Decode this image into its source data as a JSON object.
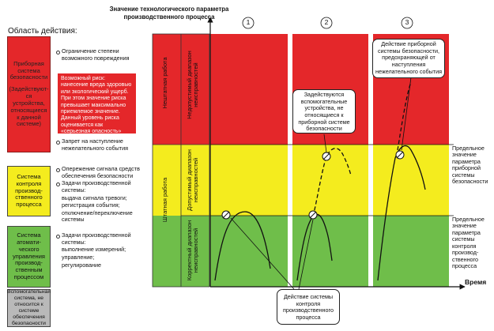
{
  "header": {
    "y_axis_title_line1": "Значение технологического параметра",
    "y_axis_title_line2": "производственного процесса",
    "scope_title": "Область действия:",
    "time_label": "Время"
  },
  "columns": [
    "1",
    "2",
    "3"
  ],
  "layers": [
    {
      "lines": [
        "Приборная",
        "система",
        "безопасности",
        "",
        "(Задействуют-",
        "ся устройства,",
        "относящиеся",
        "к данной",
        "системе)"
      ]
    },
    {
      "lines": [
        "Система",
        "контроля",
        "производ-",
        "ственного",
        "процесса"
      ]
    },
    {
      "lines": [
        "Система",
        "атомати-",
        "ческого",
        "управления",
        "производ-",
        "ственным",
        "процессом"
      ]
    },
    {
      "lines": [
        "Вспомогательная",
        "система, не",
        "относится к",
        "системе",
        "обеспечения",
        "безопасности"
      ]
    }
  ],
  "bullets_safety_top": [
    "Ограничение степени возможного повреждения"
  ],
  "warning_box": "Возможный риск: нанесение вреда здоровью или экологический ущерб. При этом значение риска превышает максимально приемлемое значение. Данный уровень риска оценивается как «серьезная опасность»",
  "bullets_safety_bottom": [
    "Запрет на наступление нежелательного события"
  ],
  "bullets_control": [
    {
      "text": "Опережение сигнала средств обеспечения безопасности",
      "bullet": true
    },
    {
      "text": "Задачи производственной системы:",
      "bullet": true
    },
    {
      "text": "выдача сигнала тревоги;",
      "bullet": false
    },
    {
      "text": "регистрация события;",
      "bullet": false
    },
    {
      "text": "отключение/переключение системы",
      "bullet": false
    }
  ],
  "bullets_auto": [
    {
      "text": "Задачи производственной системы:",
      "bullet": true
    },
    {
      "text": "выполнение измерений;",
      "bullet": false
    },
    {
      "text": "управление;",
      "bullet": false
    },
    {
      "text": "регулирование",
      "bullet": false
    }
  ],
  "zones": {
    "abnormal_work": "Нештатная работа",
    "normal_work": "Штатная работа",
    "unacceptable_range": [
      "Недопустимый диапазон",
      "неисправностей"
    ],
    "acceptable_range": [
      "Допустимый диапазон",
      "неисправностей"
    ],
    "correct_range": [
      "Корректный диапазон",
      "неисправностей"
    ]
  },
  "callouts": {
    "aux_devices": "Задействуются вспомогательные устройства, не относящиеся к приборной системе безопасности",
    "sis_action": "Действие приборной системы безопасности, предохраняющей от наступления нежелательного события",
    "control_action": "Действие системы контроля производственного процесса"
  },
  "limits": {
    "sis_limit": [
      "Предельное",
      "значение",
      "параметра",
      "приборной",
      "системы",
      "безопасности"
    ],
    "control_limit": [
      "Предельное",
      "значение",
      "параметра",
      "системы",
      "контроля",
      "производ-",
      "ственного",
      "процесса"
    ]
  },
  "colors": {
    "red": "#e4272a",
    "yellow": "#f4ec1e",
    "green": "#6fbe4a",
    "gray": "#b9b9b9"
  }
}
